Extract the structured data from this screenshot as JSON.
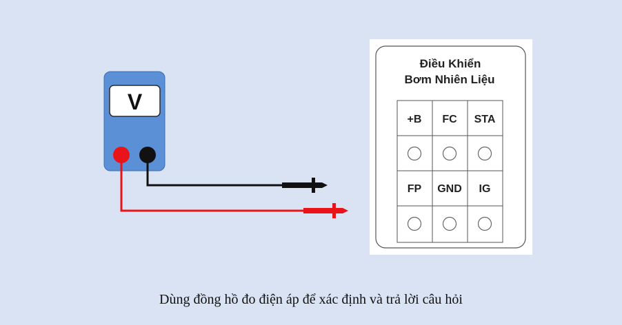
{
  "meter": {
    "display": "V"
  },
  "panel": {
    "title_line1": "Điều Khiển",
    "title_line2": "Bơm Nhiên Liệu",
    "terminals_top": [
      "+B",
      "FC",
      "STA"
    ],
    "terminals_bottom": [
      "FP",
      "GND",
      "IG"
    ]
  },
  "caption": "Dùng đồng hồ đo điện áp để xác định và trả lời câu hỏi",
  "colors": {
    "background": "#d9e3f3",
    "meter_body": "#5b8fd6",
    "probe_red": "#e8141a",
    "probe_black": "#111111"
  }
}
